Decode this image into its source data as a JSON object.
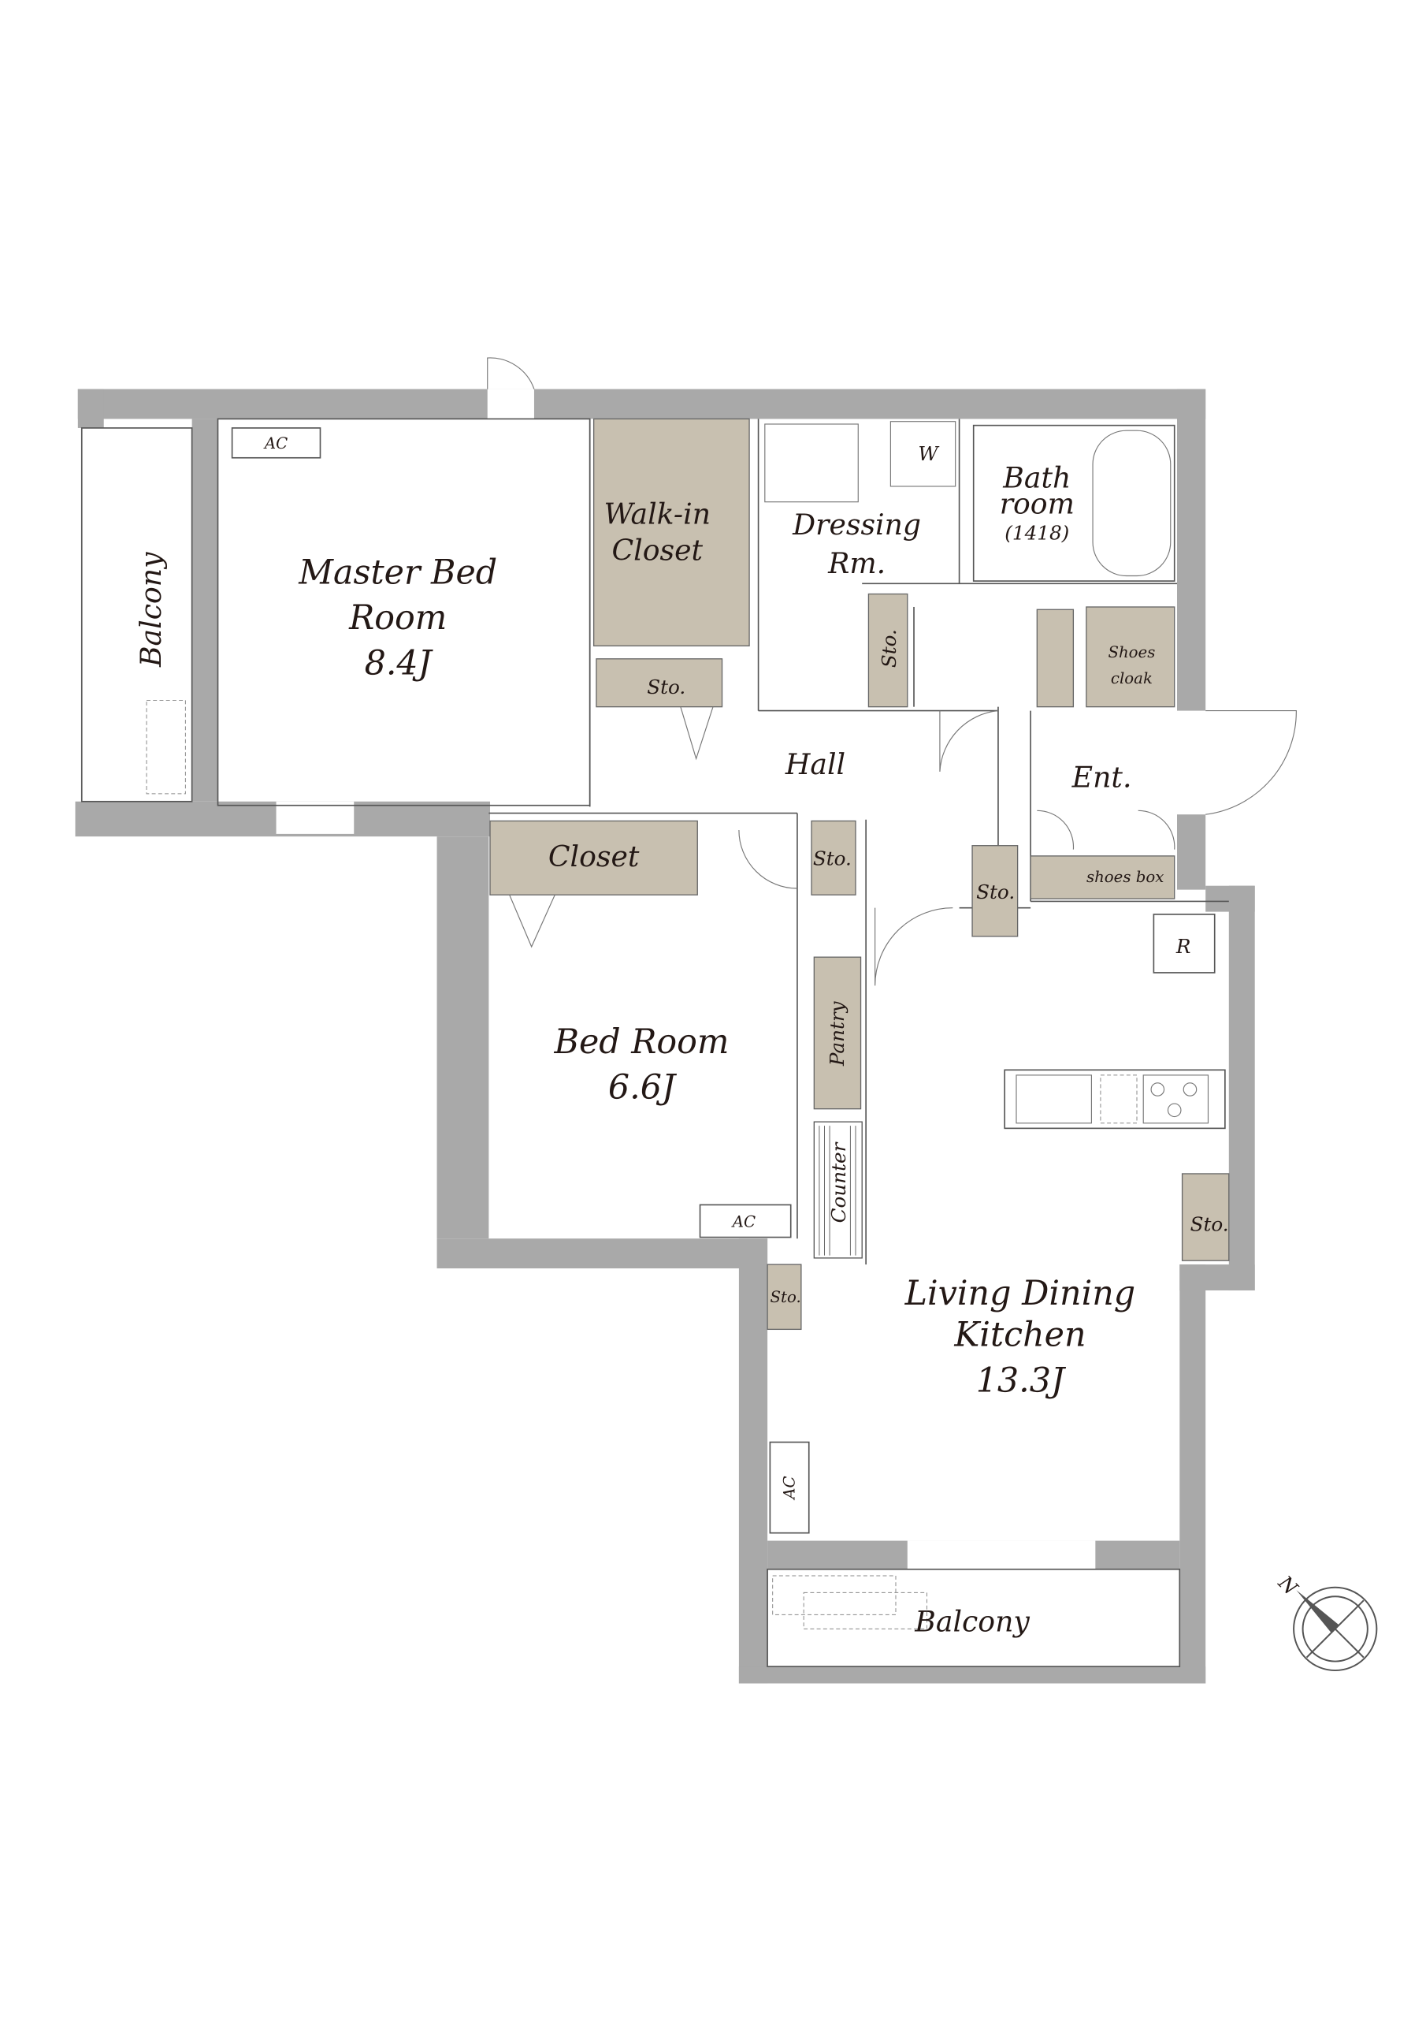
{
  "title": "Floor plan",
  "colors": {
    "wall": "#a9a9a9",
    "storage": "#c8c0b0",
    "text": "#231815",
    "line": "#555555"
  },
  "rooms": {
    "balcony_west": "Balcony",
    "master_ac": "AC",
    "master": [
      "Master Bed",
      "Room",
      "8.4J"
    ],
    "walk_in_closet": [
      "Walk-in",
      "Closet"
    ],
    "dressing": [
      "Dressing",
      "Rm."
    ],
    "washer": "W",
    "bath": [
      "Bath",
      "room",
      "(1418)"
    ],
    "master_storage": "Sto.",
    "dressing_storage": "Sto.",
    "shoes_cloak": [
      "Shoes",
      "cloak"
    ],
    "hall": "Hall",
    "entrance": "Ent.",
    "bed_closet": "Closet",
    "hall_storage_1": "Sto.",
    "hall_storage_2": "Sto.",
    "shoes_box": "shoes box",
    "refrigerator": "R",
    "bedroom": [
      "Bed Room",
      "6.6J"
    ],
    "pantry": "Pantry",
    "counter": "Counter",
    "bedroom_ac": "AC",
    "kitchen_storage": "Sto.",
    "ldk_storage": "Sto.",
    "ldk": [
      "Living Dining",
      "Kitchen",
      "13.3J"
    ],
    "ldk_ac": "AC",
    "balcony_south": "Balcony"
  },
  "compass": {
    "label": "N",
    "icon": "north-arrow-icon"
  }
}
